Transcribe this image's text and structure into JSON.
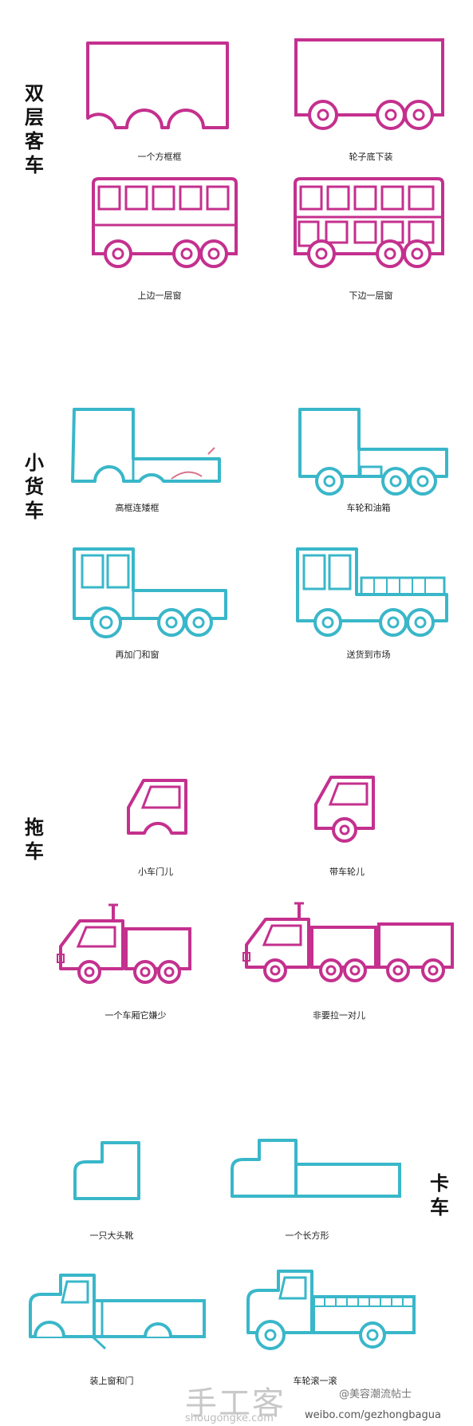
{
  "colors": {
    "magenta": "#c4308e",
    "cyan": "#39b7c9"
  },
  "sections": {
    "bus": {
      "title": "双层客车",
      "captions": [
        "一个方框框",
        "轮子底下装",
        "上边一层窗",
        "下边一层窗"
      ]
    },
    "truck": {
      "title": "小货车",
      "captions": [
        "高框连矮框",
        "车轮和油箱",
        "再加门和窗",
        "送货到市场"
      ]
    },
    "trailer": {
      "title": "拖车",
      "captions": [
        "小车门儿",
        "带车轮儿",
        "一个车厢它嫌少",
        "非要拉一对儿"
      ]
    },
    "lorry": {
      "title": "卡车",
      "captions": [
        "一只大头靴",
        "一个长方形",
        "装上窗和门",
        "车轮滚一滚"
      ]
    }
  },
  "watermark": {
    "logo": "手工客",
    "url": "shougongke.com",
    "weibo_handle": "@美容潮流帖士",
    "weibo_url": "weibo.com/gezhongbagua"
  }
}
